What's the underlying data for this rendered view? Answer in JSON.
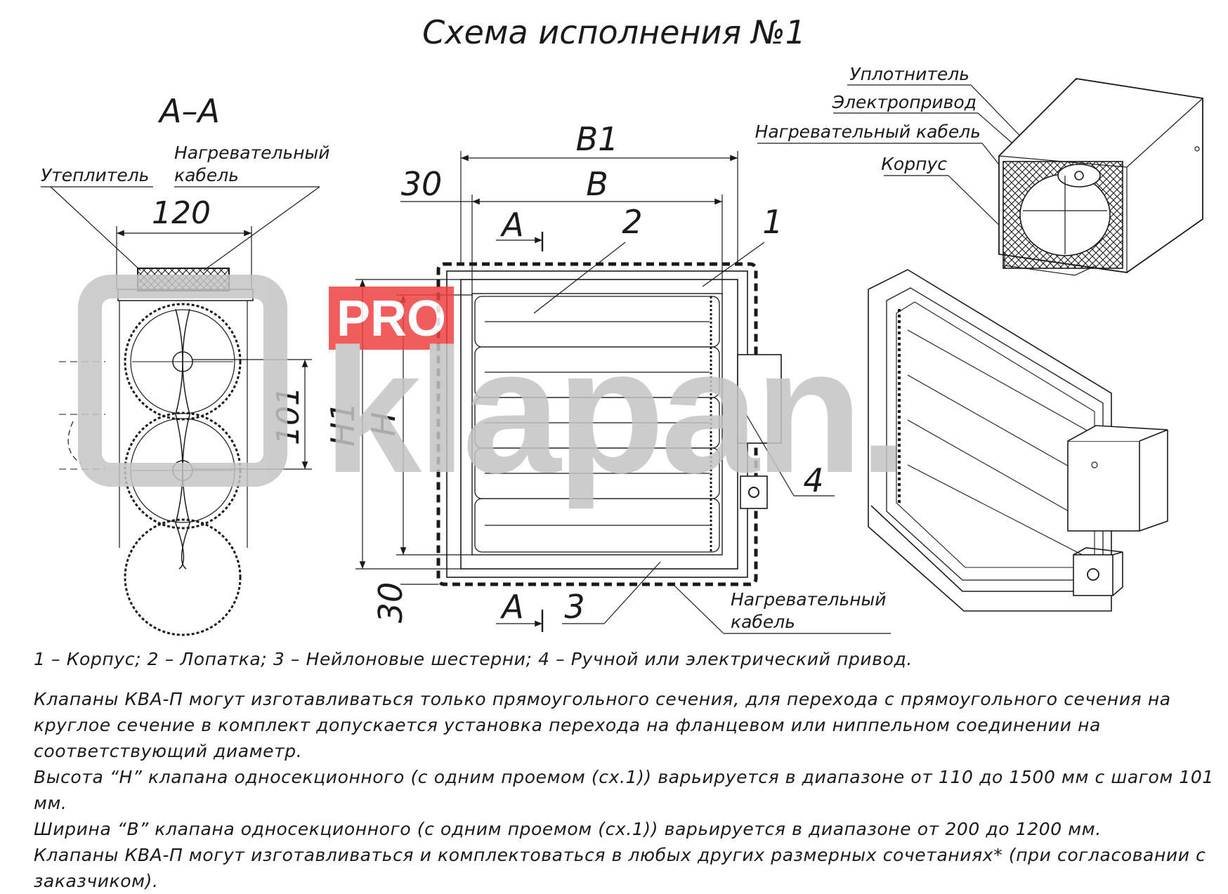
{
  "title": "Схема исполнения №1",
  "section": {
    "label": "А–А",
    "insulation": "Утеплитель",
    "cable_line1": "Нагревательный",
    "cable_line2": "кабель",
    "dim_width": "120",
    "dim_height": "101"
  },
  "front": {
    "dim_b1": "В1",
    "dim_b": "В",
    "dim_30_top": "30",
    "dim_30_bottom": "30",
    "dim_h1": "Н1",
    "dim_h": "Н",
    "cut_a_top": "А",
    "cut_a_bottom": "А",
    "callout_1": "1",
    "callout_2": "2",
    "callout_3": "3",
    "callout_4": "4",
    "cable_line1": "Нагревательный",
    "cable_line2": "кабель"
  },
  "detail": {
    "seal": "Уплотнитель",
    "actuator": "Электропривод",
    "cable": "Нагревательный кабель",
    "body": "Корпус"
  },
  "watermark": {
    "pro": "PRO",
    "brand": "klapan."
  },
  "notes": {
    "legend": "1 – Корпус; 2 – Лопатка; 3 – Нейлоновые шестерни; 4 – Ручной или электрический привод.",
    "paragraph1": "Клапаны КВА-П могут изготавливаться только прямоугольного сечения, для перехода с прямоугольного сечения на круглое сечение в комплект допускается установка перехода на фланцевом или ниппельном соединении на соответствующий диаметр.",
    "paragraph2": "Высота “H” клапана односекционного (с одним проемом (сх.1)) варьируется в диапазоне от 110 до 1500 мм с шагом 101 мм.",
    "paragraph3": "Ширина “B” клапана односекционного (с одним проемом (сх.1)) варьируется в диапазоне от 200 до 1200 мм.",
    "paragraph4": "Клапаны КВА-П могут изготавливаться и комплектоваться в любых других размерных сочетаниях* (при согласовании с заказчиком)."
  },
  "colors": {
    "ink": "#1a1a1a",
    "watermark_gray": "#c4c4c4",
    "watermark_red": "#ef4040"
  }
}
